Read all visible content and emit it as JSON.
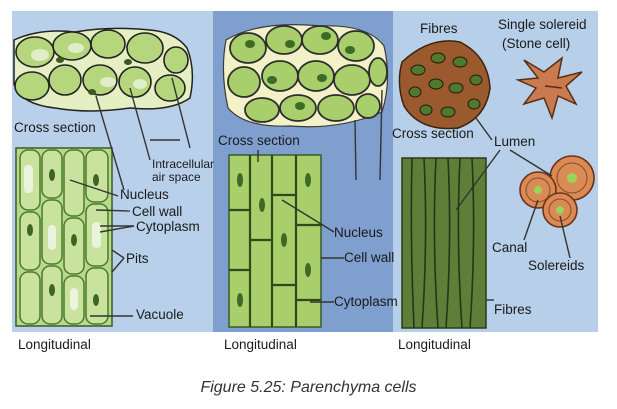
{
  "caption": "Figure 5.25: Parenchyma cells",
  "colors": {
    "panel_light": "#b9d0ea",
    "panel_mid": "#7f9fcf",
    "cell_green": "#a9cf6c",
    "cell_dark": "#4f7a2e",
    "fibre_brown": "#9b5a2e",
    "sclereid_orange": "#d98a55"
  },
  "panels": {
    "left": {
      "cross_section": "Cross section",
      "intercellular_1": "Intracellular",
      "intercellular_2": "air space",
      "nucleus": "Nucleus",
      "cell_wall": "Cell wall",
      "cytoplasm": "Cytoplasm",
      "pits": "Pits",
      "vacuole": "Vacuole",
      "longitudinal": "Longitudinal"
    },
    "middle": {
      "cross_section": "Cross section",
      "nucleus": "Nucleus",
      "cell_wall": "Cell wall",
      "cytoplasm": "Cytoplasm",
      "longitudinal": "Longitudinal"
    },
    "right": {
      "fibres_top": "Fibres",
      "single_sclereid_1": "Single solereid",
      "single_sclereid_2": "(Stone cell)",
      "cross_section": "Cross section",
      "lumen": "Lumen",
      "canal": "Canal",
      "sclereids": "Solereids",
      "fibres_bottom": "Fibres",
      "longitudinal": "Longitudinal"
    }
  }
}
